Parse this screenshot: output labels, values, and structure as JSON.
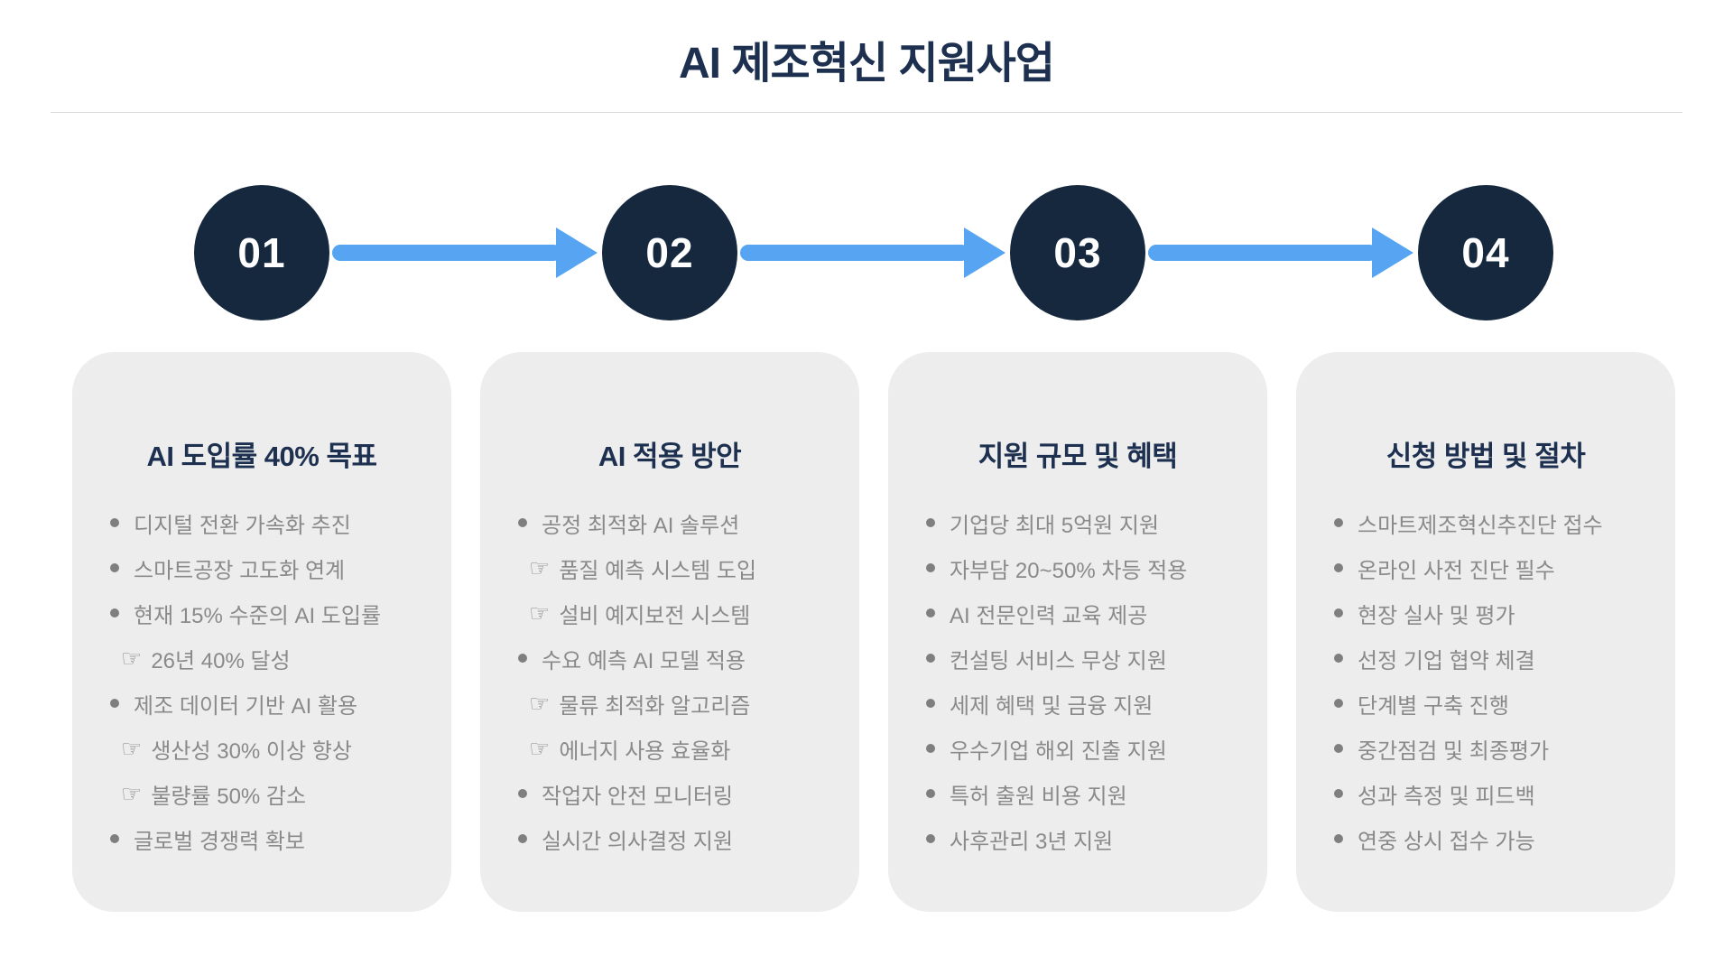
{
  "header": {
    "title": "AI 제조혁신 지원사업"
  },
  "markers": {
    "bullet_icon": "●",
    "hand_icon": "☞"
  },
  "colors": {
    "navy_text": "#1d3050",
    "circle_bg": "#15283e",
    "circle_text": "#ffffff",
    "arrow": "#57a5f2",
    "card_bg": "#ededed",
    "item_text": "#8a8a8a",
    "marker": "#7f7f7f",
    "divider": "#d9d9d9"
  },
  "steps": [
    {
      "number": "01",
      "title": "AI 도입률 40% 목표",
      "items": [
        {
          "type": "bullet",
          "text": "디지털 전환 가속화 추진"
        },
        {
          "type": "bullet",
          "text": "스마트공장 고도화 연계"
        },
        {
          "type": "bullet",
          "text": "현재 15% 수준의 AI 도입률"
        },
        {
          "type": "sub",
          "text": "26년 40% 달성"
        },
        {
          "type": "bullet",
          "text": "제조 데이터 기반 AI 활용"
        },
        {
          "type": "sub",
          "text": "생산성 30% 이상 향상"
        },
        {
          "type": "sub",
          "text": "불량률 50% 감소"
        },
        {
          "type": "bullet",
          "text": "글로벌 경쟁력 확보"
        }
      ]
    },
    {
      "number": "02",
      "title": "AI 적용 방안",
      "items": [
        {
          "type": "bullet",
          "text": "공정 최적화 AI 솔루션"
        },
        {
          "type": "sub",
          "text": "품질 예측 시스템 도입"
        },
        {
          "type": "sub",
          "text": "설비 예지보전 시스템"
        },
        {
          "type": "bullet",
          "text": "수요 예측 AI 모델 적용"
        },
        {
          "type": "sub",
          "text": "물류 최적화 알고리즘"
        },
        {
          "type": "sub",
          "text": "에너지 사용 효율화"
        },
        {
          "type": "bullet",
          "text": "작업자 안전 모니터링"
        },
        {
          "type": "bullet",
          "text": "실시간 의사결정 지원"
        }
      ]
    },
    {
      "number": "03",
      "title": "지원 규모 및 혜택",
      "items": [
        {
          "type": "bullet",
          "text": "기업당 최대 5억원 지원"
        },
        {
          "type": "bullet",
          "text": "자부담 20~50% 차등 적용"
        },
        {
          "type": "bullet",
          "text": "AI 전문인력 교육 제공"
        },
        {
          "type": "bullet",
          "text": "컨설팅 서비스 무상 지원"
        },
        {
          "type": "bullet",
          "text": "세제 혜택 및 금융 지원"
        },
        {
          "type": "bullet",
          "text": "우수기업 해외 진출 지원"
        },
        {
          "type": "bullet",
          "text": "특허 출원 비용 지원"
        },
        {
          "type": "bullet",
          "text": "사후관리 3년 지원"
        }
      ]
    },
    {
      "number": "04",
      "title": "신청 방법 및 절차",
      "items": [
        {
          "type": "bullet",
          "text": "스마트제조혁신추진단 접수"
        },
        {
          "type": "bullet",
          "text": "온라인 사전 진단 필수"
        },
        {
          "type": "bullet",
          "text": "현장 실사 및 평가"
        },
        {
          "type": "bullet",
          "text": "선정 기업 협약 체결"
        },
        {
          "type": "bullet",
          "text": "단계별 구축 진행"
        },
        {
          "type": "bullet",
          "text": "중간점검 및 최종평가"
        },
        {
          "type": "bullet",
          "text": "성과 측정 및 피드백"
        },
        {
          "type": "bullet",
          "text": "연중 상시 접수 가능"
        }
      ]
    }
  ]
}
